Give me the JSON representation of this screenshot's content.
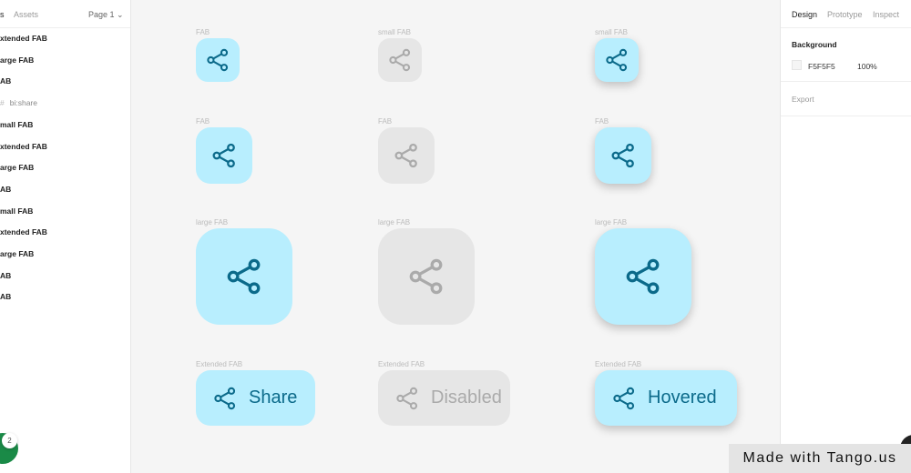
{
  "left_panel": {
    "tabs": {
      "layers": "s",
      "assets": "Assets",
      "page": "Page 1"
    },
    "layers": [
      "xtended FAB",
      "arge FAB",
      "AB",
      "bi:share",
      "mall FAB",
      "xtended FAB",
      "arge FAB",
      "AB",
      "mall FAB",
      "xtended FAB",
      "arge FAB",
      "AB",
      "AB"
    ],
    "badge_count": "2"
  },
  "canvas": {
    "background": "#F5F5F5",
    "accent": "#B8EEFE",
    "icon_color": "#0B6A8A",
    "columns": [
      {
        "state": "enabled",
        "small_label": "FAB",
        "fab_label": "FAB",
        "large_label": "large FAB",
        "ext_label": "Extended FAB",
        "ext_text": "Share"
      },
      {
        "state": "disabled",
        "small_label": "small FAB",
        "fab_label": "FAB",
        "large_label": "large FAB",
        "ext_label": "Extended FAB",
        "ext_text": "Disabled"
      },
      {
        "state": "hovered",
        "small_label": "small FAB",
        "fab_label": "FAB",
        "large_label": "large FAB",
        "ext_label": "Extended FAB",
        "ext_text": "Hovered"
      }
    ]
  },
  "right_panel": {
    "tabs": [
      "Design",
      "Prototype",
      "Inspect"
    ],
    "background_title": "Background",
    "color_hex": "F5F5F5",
    "opacity": "100%",
    "export": "Export"
  },
  "watermark": "Made with Tango.us"
}
